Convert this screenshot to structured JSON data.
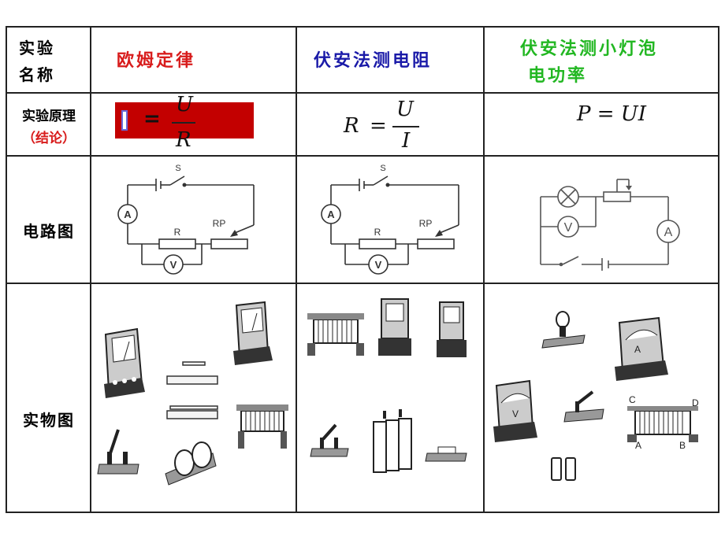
{
  "header": {
    "row_title_line1": "实验",
    "row_title_line2": "名称",
    "col1_title": "欧姆定律",
    "col2_title": "伏安法测电阻",
    "col3_title_line1": "伏安法测小灯泡",
    "col3_title_line2": "电功率"
  },
  "rows": {
    "principle_line1": "实验原理",
    "principle_line2": "（结论）",
    "circuit": "电路图",
    "objects": "实物图"
  },
  "formulas": {
    "f1_left": "I",
    "f1_eq": "=",
    "f1_num": "U",
    "f1_den": "R",
    "f2_left": "R",
    "f2_eq": "=",
    "f2_num": "U",
    "f2_den": "I",
    "f3": "P = UI"
  },
  "circuit_labels": {
    "switch": "S",
    "resistor": "R",
    "rheostat": "RP",
    "ammeter": "A",
    "voltmeter": "V"
  },
  "object_labels": {
    "rheostat_c": "C",
    "rheostat_d": "D",
    "rheostat_a": "A",
    "rheostat_b": "B",
    "ammeter": "A",
    "voltmeter": "V"
  },
  "colors": {
    "col1": "#d81c1c",
    "col2": "#1a1aa8",
    "col3": "#22b722",
    "formula_bg": "#c30000"
  }
}
